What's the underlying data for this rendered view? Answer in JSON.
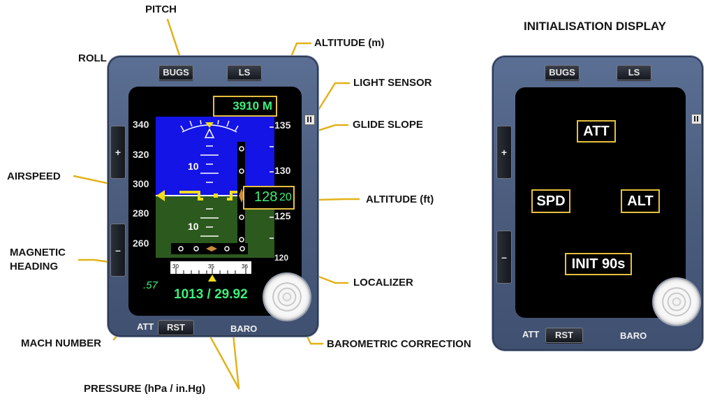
{
  "callouts": {
    "pitch": "PITCH",
    "altitude_m": "ALTITUDE (m)",
    "roll": "ROLL",
    "light_sensor": "LIGHT SENSOR",
    "glide_slope": "GLIDE SLOPE",
    "airspeed": "AIRSPEED",
    "altitude_ft": "ALTITUDE (ft)",
    "magnetic_heading_1": "MAGNETIC",
    "magnetic_heading_2": "HEADING",
    "localizer": "LOCALIZER",
    "mach_number": "MACH NUMBER",
    "barometric_correction": "BAROMETRIC CORRECTION",
    "pressure": "PRESSURE (hPa / in.Hg)",
    "init_title": "INITIALISATION DISPLAY"
  },
  "main_display": {
    "buttons": {
      "bugs": "BUGS",
      "ls": "LS",
      "rst": "RST",
      "plus": "+",
      "minus": "–"
    },
    "labels": {
      "att": "ATT",
      "baro": "BARO"
    },
    "altitude_meters": "3910 M",
    "altitude_feet_main": "128",
    "altitude_feet_small": "20",
    "airspeed_ticks": [
      "340",
      "320",
      "300",
      "280",
      "260"
    ],
    "altitude_ticks": [
      "135",
      "130",
      "125",
      "120"
    ],
    "pitch_ticks": [
      "10",
      "10"
    ],
    "heading_ticks": [
      "30",
      "35",
      "36"
    ],
    "mach": ".57",
    "pressure": "1013 / 29.92"
  },
  "init_display": {
    "buttons": {
      "bugs": "BUGS",
      "ls": "LS",
      "rst": "RST",
      "plus": "+",
      "minus": "–"
    },
    "labels": {
      "att": "ATT",
      "baro": "BARO"
    },
    "boxes": {
      "att": "ATT",
      "spd": "SPD",
      "alt": "ALT",
      "init": "INIT 90s"
    }
  },
  "colors": {
    "sky": "#1414e6",
    "ground": "#2c5a1e",
    "bezel": "#4a5b7b",
    "amber": "#e7c040",
    "green_readout": "#3cf07a",
    "yellow_symbol": "#f2dd1a"
  }
}
